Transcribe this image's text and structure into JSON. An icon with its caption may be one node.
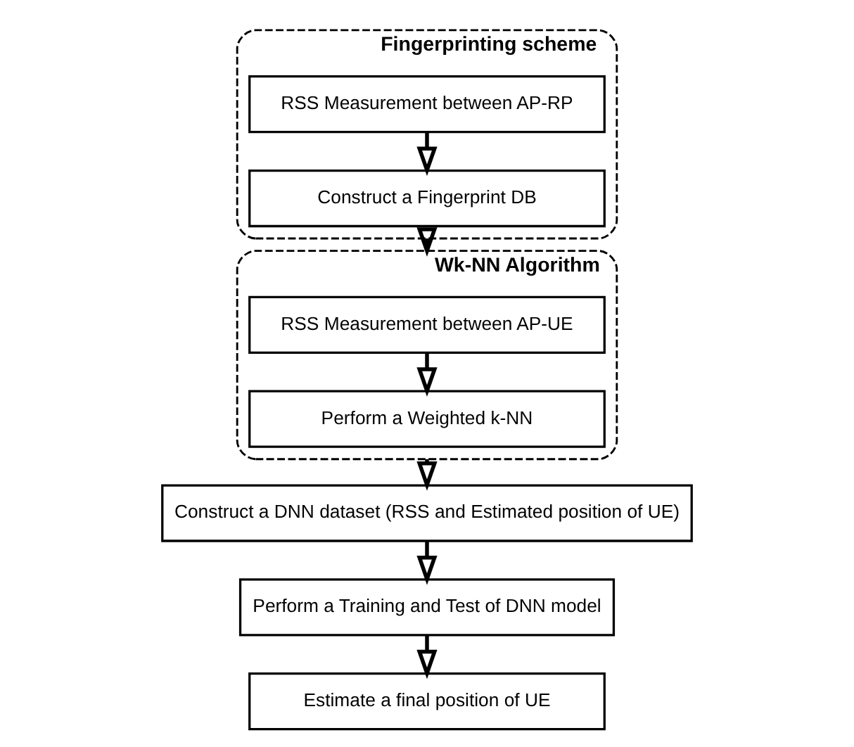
{
  "diagram": {
    "nodes": [
      {
        "text": [
          "Fingerprinting scheme"
        ]
      },
      {
        "text": [
          "RSS Measurement between AP-RP"
        ],
        "in": 0
      },
      {
        "text": [
          "Construct a Fingerprint DB"
        ],
        "in": 0
      },
      {
        "text": [
          "Wk-NN Algorithm"
        ]
      },
      {
        "text": [
          "RSS Measurement between AP-UE"
        ],
        "in": 3
      },
      {
        "text": [
          "Perform a Weighted k-NN"
        ],
        "in": 3
      },
      {
        "text": [
          "Construct a DNN dataset (RSS and Estimated position of UE)"
        ]
      },
      {
        "text": [
          "Perform a Training and Test of DNN model"
        ]
      },
      {
        "text": [
          "Estimate a final position of UE"
        ]
      }
    ],
    "edges": [
      {
        "from": 1,
        "to": 2,
        "arrow": "to"
      },
      {
        "from": 0,
        "to": 3,
        "arrow": "to"
      },
      {
        "from": 4,
        "to": 5,
        "arrow": "to"
      },
      {
        "from": 3,
        "to": 6,
        "arrow": "to"
      },
      {
        "from": 6,
        "to": 7,
        "arrow": "to"
      },
      {
        "from": 7,
        "to": 8,
        "arrow": "to"
      }
    ]
  }
}
